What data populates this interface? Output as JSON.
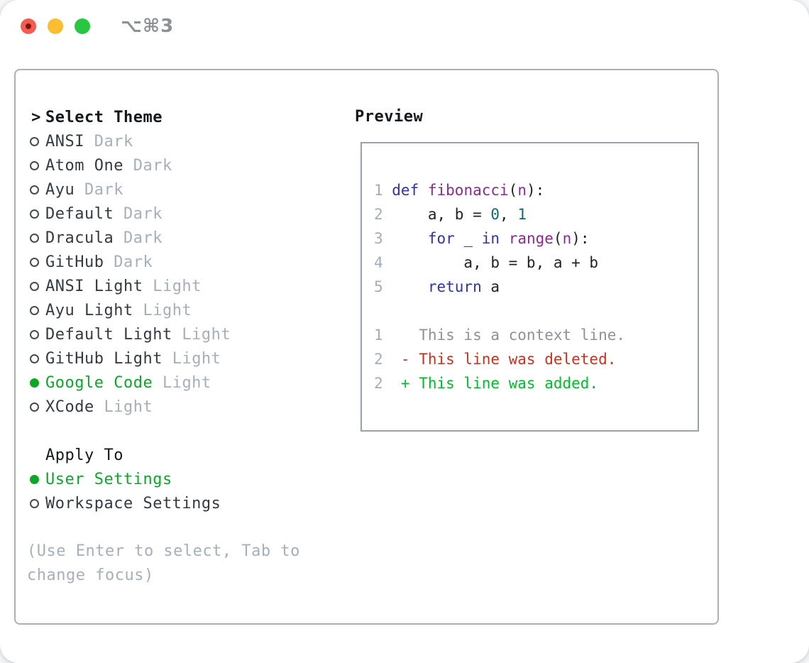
{
  "window": {
    "title": "⌥⌘3"
  },
  "colors": {
    "accent-green": "#0ca727",
    "diff-red": "#c8321f",
    "diff-green": "#00bd2a",
    "kw-blue": "#31349f",
    "fn-purple": "#8a2b8f",
    "num-teal": "#14686f",
    "text-dark": "#343a41",
    "code-dark": "#1e2227",
    "heading-dark": "#15181c",
    "muted": "#a6afba",
    "context-gray": "#8b929b",
    "lnum-gray": "#a3adb9",
    "panel-border": "#a9b0b9",
    "preview-border": "#9aa1ac",
    "title-gray": "#8d9196"
  },
  "theme_panel": {
    "header_marker": ">",
    "header_label": "Select Theme",
    "items": [
      {
        "name": "ANSI",
        "variant": "Dark",
        "selected": false
      },
      {
        "name": "Atom One",
        "variant": "Dark",
        "selected": false
      },
      {
        "name": "Ayu",
        "variant": "Dark",
        "selected": false
      },
      {
        "name": "Default",
        "variant": "Dark",
        "selected": false
      },
      {
        "name": "Dracula",
        "variant": "Dark",
        "selected": false
      },
      {
        "name": "GitHub",
        "variant": "Dark",
        "selected": false
      },
      {
        "name": "ANSI Light",
        "variant": "Light",
        "selected": false
      },
      {
        "name": "Ayu Light",
        "variant": "Light",
        "selected": false
      },
      {
        "name": "Default Light",
        "variant": "Light",
        "selected": false
      },
      {
        "name": "GitHub Light",
        "variant": "Light",
        "selected": false
      },
      {
        "name": "Google Code",
        "variant": "Light",
        "selected": true
      },
      {
        "name": "XCode",
        "variant": "Light",
        "selected": false
      }
    ],
    "apply_header": "Apply To",
    "apply_options": [
      {
        "label": "User Settings",
        "selected": true
      },
      {
        "label": "Workspace Settings",
        "selected": false
      }
    ],
    "help_lines": [
      "(Use Enter to select, Tab to",
      "change focus)"
    ]
  },
  "preview": {
    "header": "Preview",
    "lines": [
      {
        "kind": "code",
        "num": "1",
        "segments": [
          {
            "t": "def",
            "c": "kw"
          },
          {
            "t": " ",
            "c": "pl"
          },
          {
            "t": "fibonacci",
            "c": "fn"
          },
          {
            "t": "(",
            "c": "pl"
          },
          {
            "t": "n",
            "c": "fn"
          },
          {
            "t": "):",
            "c": "pl"
          }
        ]
      },
      {
        "kind": "code",
        "num": "2",
        "segments": [
          {
            "t": "    a, b = ",
            "c": "pl"
          },
          {
            "t": "0",
            "c": "num"
          },
          {
            "t": ", ",
            "c": "pl"
          },
          {
            "t": "1",
            "c": "num"
          }
        ]
      },
      {
        "kind": "code",
        "num": "3",
        "segments": [
          {
            "t": "    ",
            "c": "pl"
          },
          {
            "t": "for",
            "c": "kw"
          },
          {
            "t": " _ ",
            "c": "pl"
          },
          {
            "t": "in",
            "c": "kw"
          },
          {
            "t": " ",
            "c": "pl"
          },
          {
            "t": "range",
            "c": "fn"
          },
          {
            "t": "(",
            "c": "pl"
          },
          {
            "t": "n",
            "c": "fn"
          },
          {
            "t": "):",
            "c": "pl"
          }
        ]
      },
      {
        "kind": "code",
        "num": "4",
        "segments": [
          {
            "t": "        a, b = b, a + b",
            "c": "pl"
          }
        ]
      },
      {
        "kind": "code",
        "num": "5",
        "segments": [
          {
            "t": "    ",
            "c": "pl"
          },
          {
            "t": "return",
            "c": "kw"
          },
          {
            "t": " a",
            "c": "pl"
          }
        ]
      },
      {
        "kind": "blank",
        "num": "",
        "segments": []
      },
      {
        "kind": "context",
        "num": "1",
        "segments": [
          {
            "t": "   This is a context line.",
            "c": "ctx"
          }
        ]
      },
      {
        "kind": "deleted",
        "num": "2",
        "segments": [
          {
            "t": " - This line was deleted.",
            "c": "del"
          }
        ]
      },
      {
        "kind": "added",
        "num": "2",
        "segments": [
          {
            "t": " + This line was added.",
            "c": "add"
          }
        ]
      }
    ]
  }
}
